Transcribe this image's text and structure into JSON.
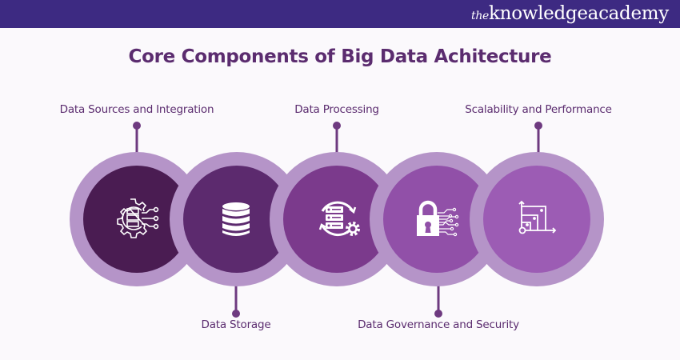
{
  "header": {
    "brand_the": "the",
    "brand_name": "knowledgeacademy",
    "background": "#3d2a82"
  },
  "title": "Core Components of Big Data Achitecture",
  "colors": {
    "title": "#5b2c6f",
    "ring": "#b594c8",
    "connector": "#6e3a80"
  },
  "components": [
    {
      "label": "Data Sources and Integration",
      "position": "top",
      "icon": "gear-server-network-icon",
      "color": "#4a1c52"
    },
    {
      "label": "Data Storage",
      "position": "bottom",
      "icon": "database-icon",
      "color": "#5c2a6e"
    },
    {
      "label": "Data Processing",
      "position": "top",
      "icon": "server-sync-gear-icon",
      "color": "#7b3a8c"
    },
    {
      "label": "Data Governance and Security",
      "position": "bottom",
      "icon": "padlock-circuit-icon",
      "color": "#9150a8"
    },
    {
      "label": "Scalability and Performance",
      "position": "top",
      "icon": "scaling-chart-icon",
      "color": "#9c5cb4"
    }
  ]
}
